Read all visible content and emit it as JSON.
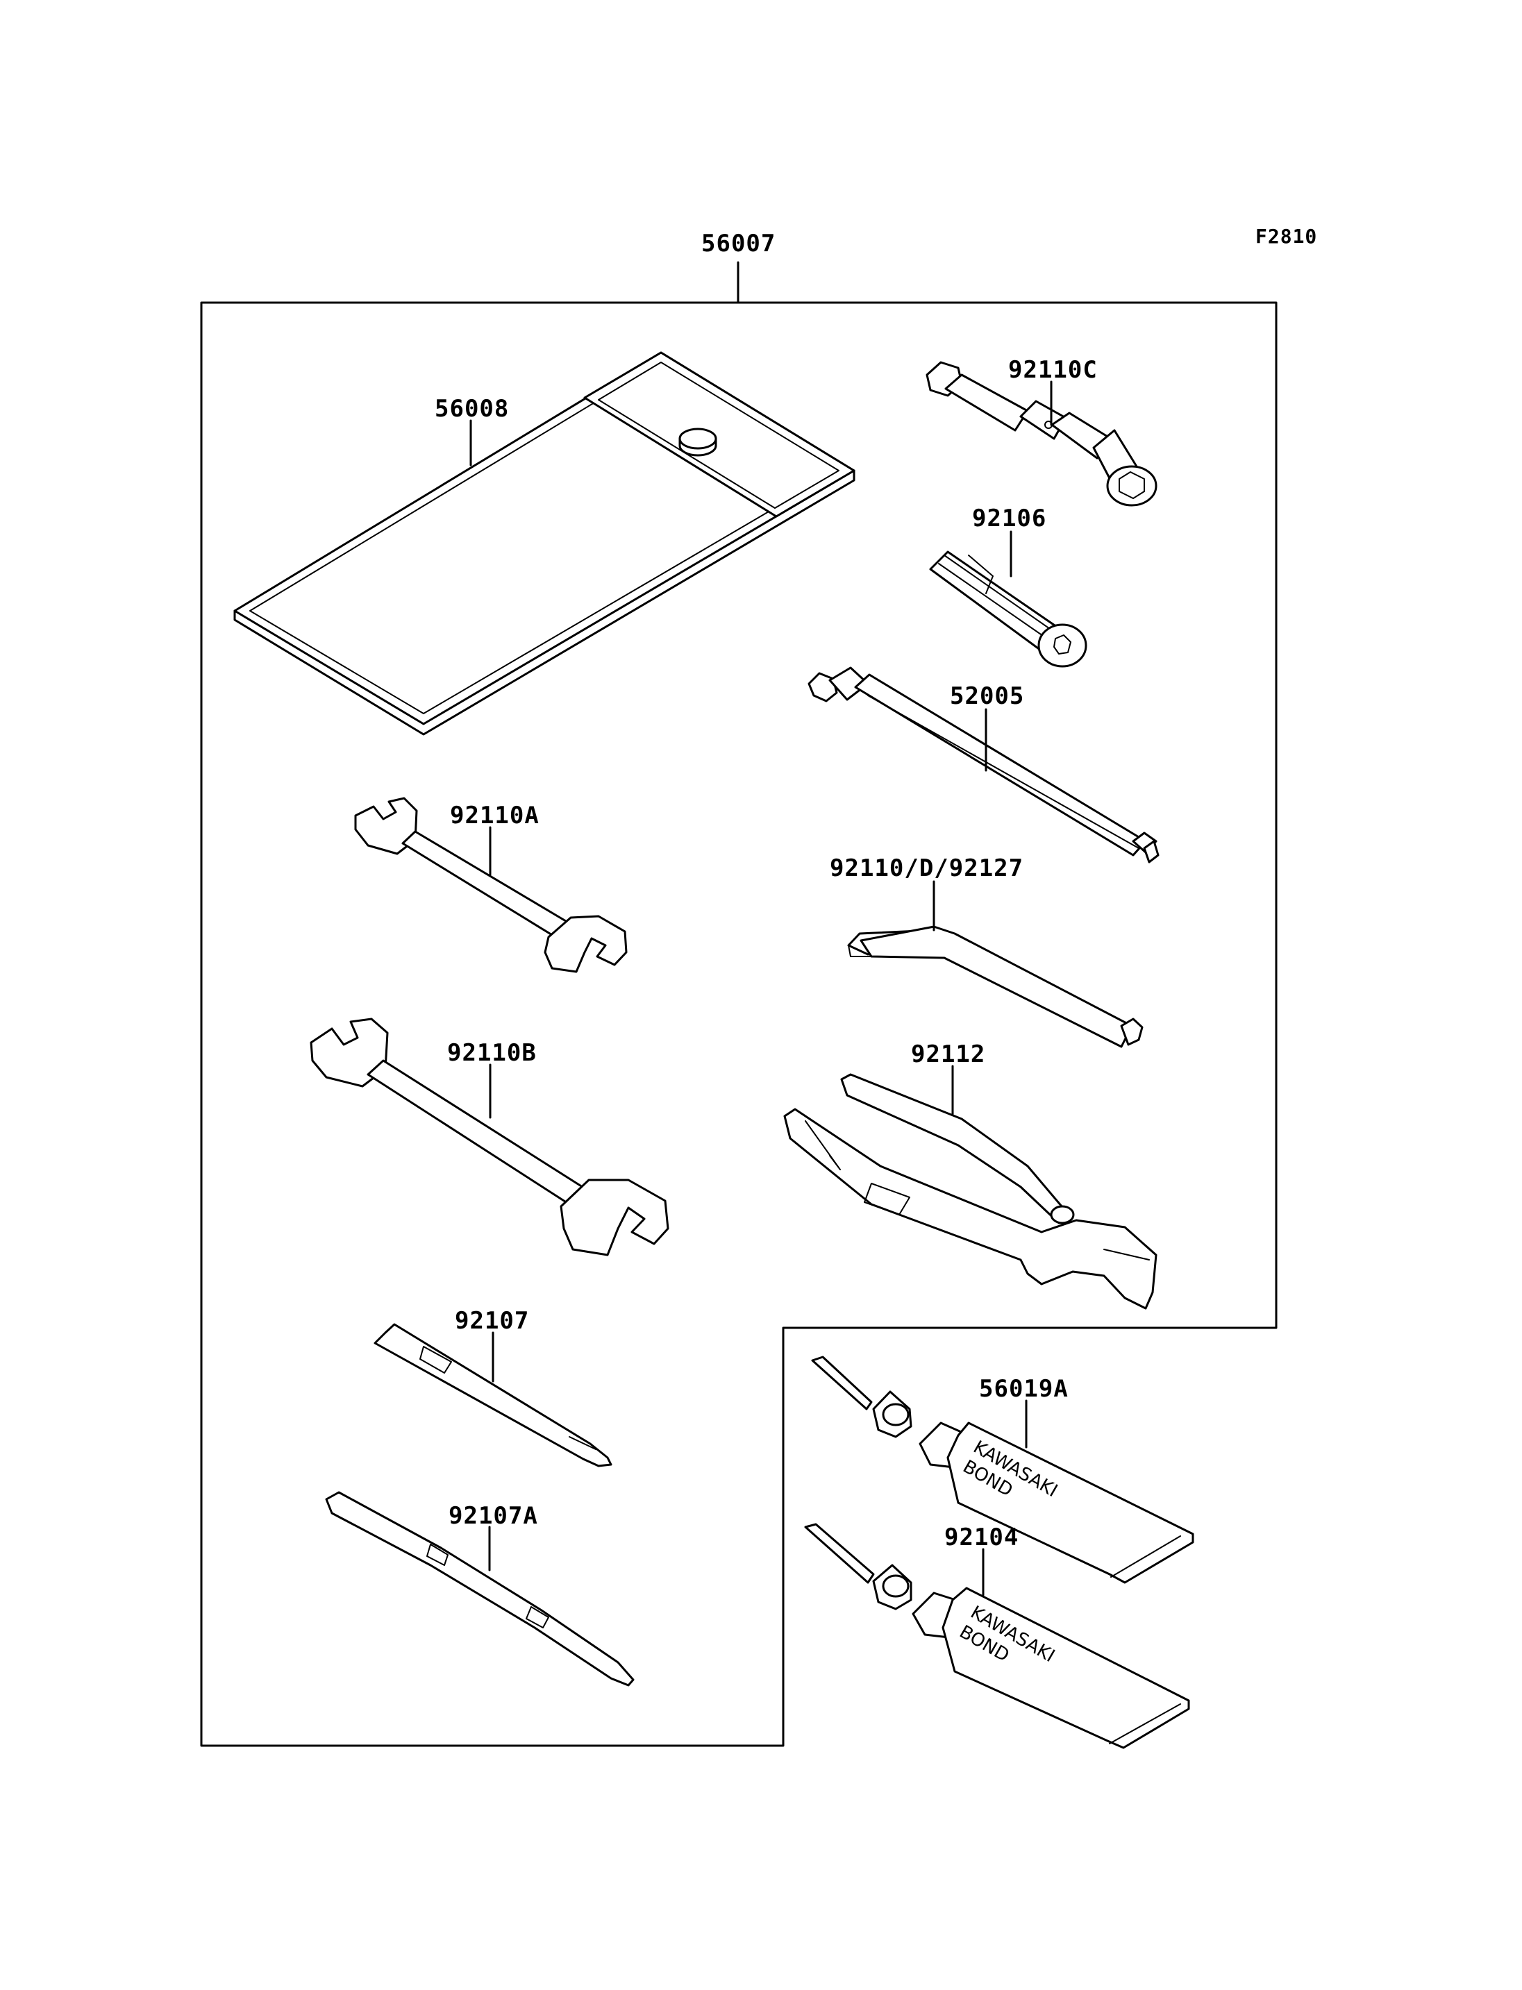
{
  "figure_code": "F2810",
  "assembly_part": "56007",
  "parts": {
    "p56008": "56008",
    "p92110C": "92110C",
    "p92106": "92106",
    "p52005": "52005",
    "p92110A": "92110A",
    "p92110D": "92110/D/92127",
    "p92110B": "92110B",
    "p92112": "92112",
    "p92107": "92107",
    "p56019A": "56019A",
    "p92107A": "92107A",
    "p92104": "92104"
  },
  "tube_text": {
    "line1": "KAWASAKI",
    "line2": "BOND"
  },
  "icons": [
    "tool-pouch-icon",
    "socket-wrench-icon",
    "plug-socket-icon",
    "pressure-gauge-icon",
    "hex-key-icon",
    "open-end-wrench-icon",
    "pliers-icon",
    "screwdriver-bit-icon",
    "screwdriver-icon",
    "bond-tube-icon"
  ]
}
